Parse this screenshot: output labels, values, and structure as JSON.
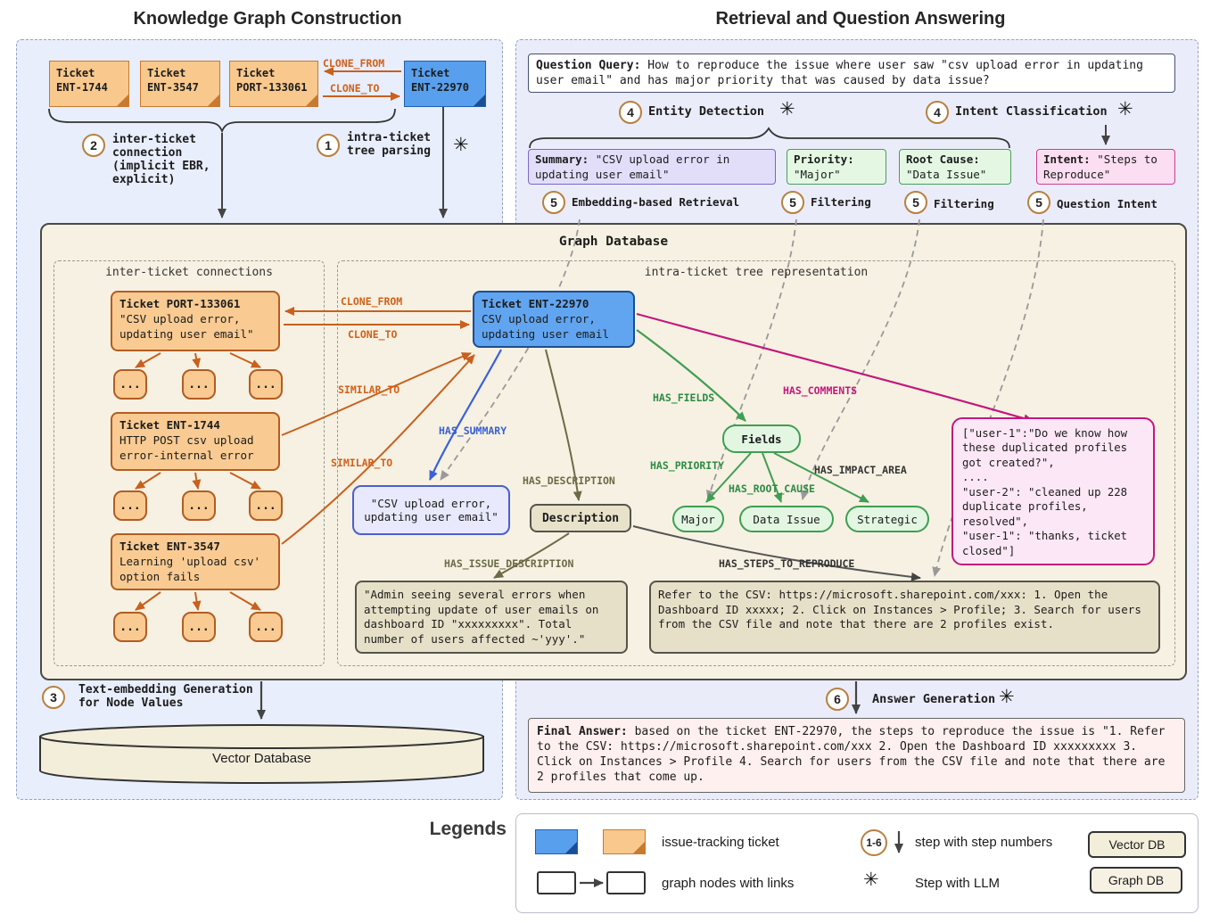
{
  "titles": {
    "left": "Knowledge Graph Construction",
    "right": "Retrieval and Question Answering"
  },
  "icons": {
    "openai": "✳"
  },
  "kg": {
    "tickets": {
      "ent1744": "Ticket\nENT-1744",
      "ent3547": "Ticket\nENT-3547",
      "port133061": "Ticket\nPORT-133061",
      "ent22970": "Ticket\nENT-22970"
    },
    "clone_from": "CLONE_FROM",
    "clone_to": "CLONE_TO",
    "step1": {
      "num": "1",
      "label": "intra-ticket\ntree parsing"
    },
    "step2": {
      "num": "2",
      "label": "inter-ticket\nconnection\n(implicit EBR,\nexplicit)"
    },
    "step3": {
      "num": "3",
      "label": "Text-embedding Generation\nfor Node Values"
    },
    "vector_db": "Vector Database"
  },
  "qa": {
    "question": {
      "label": "Question Query:",
      "text": "How to reproduce the issue where user saw \"csv upload error in updating user email\" and has major priority that was caused by data issue?"
    },
    "step4a": {
      "num": "4",
      "label": "Entity Detection"
    },
    "step4b": {
      "num": "4",
      "label": "Intent Classification"
    },
    "summary": {
      "label": "Summary:",
      "value": "\"CSV upload error in updating user email\""
    },
    "priority": {
      "label": "Priority:",
      "value": "\"Major\""
    },
    "root_cause": {
      "label": "Root Cause:",
      "value": "\"Data Issue\""
    },
    "intent": {
      "label": "Intent:",
      "value": "\"Steps to Reproduce\""
    },
    "step5a": {
      "num": "5",
      "label": "Embedding-based Retrieval"
    },
    "step5b": {
      "num": "5",
      "label": "Filtering"
    },
    "step5c": {
      "num": "5",
      "label": "Filtering"
    },
    "step5d": {
      "num": "5",
      "label": "Question Intent"
    },
    "step6": {
      "num": "6",
      "label": "Answer Generation"
    },
    "final_answer": {
      "label": "Final Answer:",
      "text": "based on the ticket ENT-22970, the steps to reproduce the issue is \"1. Refer to the CSV: https://microsoft.sharepoint.com/xxx 2. Open the Dashboard ID xxxxxxxxx 3. Click on Instances > Profile 4. Search for users from the CSV file and note that there are 2 profiles that come up."
    }
  },
  "graph_db": {
    "title": "Graph Database",
    "inter_label": "inter-ticket connections",
    "intra_label": "intra-ticket tree representation",
    "dots": "...",
    "nodes": {
      "port133061": {
        "title": "Ticket PORT-133061",
        "body": "\"CSV upload error,\nupdating user email\""
      },
      "ent1744": {
        "title": "Ticket ENT-1744",
        "body": "HTTP POST csv upload\nerror-internal error"
      },
      "ent3547": {
        "title": "Ticket ENT-3547",
        "body": "Learning 'upload csv'\noption fails"
      },
      "ent22970": {
        "title": "Ticket ENT-22970",
        "body": "CSV upload error,\nupdating user email"
      },
      "summary": "\"CSV upload error,\nupdating user email\"",
      "description": "Description",
      "fields": "Fields",
      "major": "Major",
      "data_issue": "Data Issue",
      "strategic": "Strategic",
      "issue_description": "\"Admin seeing several errors when\nattempting update of user emails on\ndashboard ID \"xxxxxxxxx\". Total\nnumber of users affected ~'yyy'.\"",
      "steps_to_reproduce": "Refer to the CSV: https://microsoft.sharepoint.com/xxx: 1. Open the Dashboard ID xxxxx; 2. Click on Instances > Profile; 3. Search for users from the CSV file and note that there are 2 profiles exist.",
      "comments": "[\"user-1\":\"Do we know how\nthese duplicated profiles\ngot created?\",\n....\n\"user-2\": \"cleaned up 228\nduplicate profiles,\nresolved\",\n\"user-1\": \"thanks, ticket\nclosed\"]"
    },
    "edges": {
      "clone_from": "CLONE_FROM",
      "clone_to": "CLONE_TO",
      "similar_to": "SIMILAR_TO",
      "has_summary": "HAS_SUMMARY",
      "has_description": "HAS_DESCRIPTION",
      "has_fields": "HAS_FIELDS",
      "has_comments": "HAS_COMMENTS",
      "has_priority": "HAS_PRIORITY",
      "has_root_cause": "HAS_ROOT_CAUSE",
      "has_impact_area": "HAS_IMPACT_AREA",
      "has_issue_description": "HAS_ISSUE_DESCRIPTION",
      "has_steps_to_reproduce": "HAS_STEPS_TO_REPRODUCE"
    }
  },
  "legend": {
    "title": "Legends",
    "issue_ticket": "issue-tracking ticket",
    "graph_nodes": "graph nodes with links",
    "step_numbers": "step with step numbers",
    "step_llm": "Step with LLM",
    "step_range": "1-6",
    "vector_db": "Vector DB",
    "graph_db": "Graph DB"
  }
}
